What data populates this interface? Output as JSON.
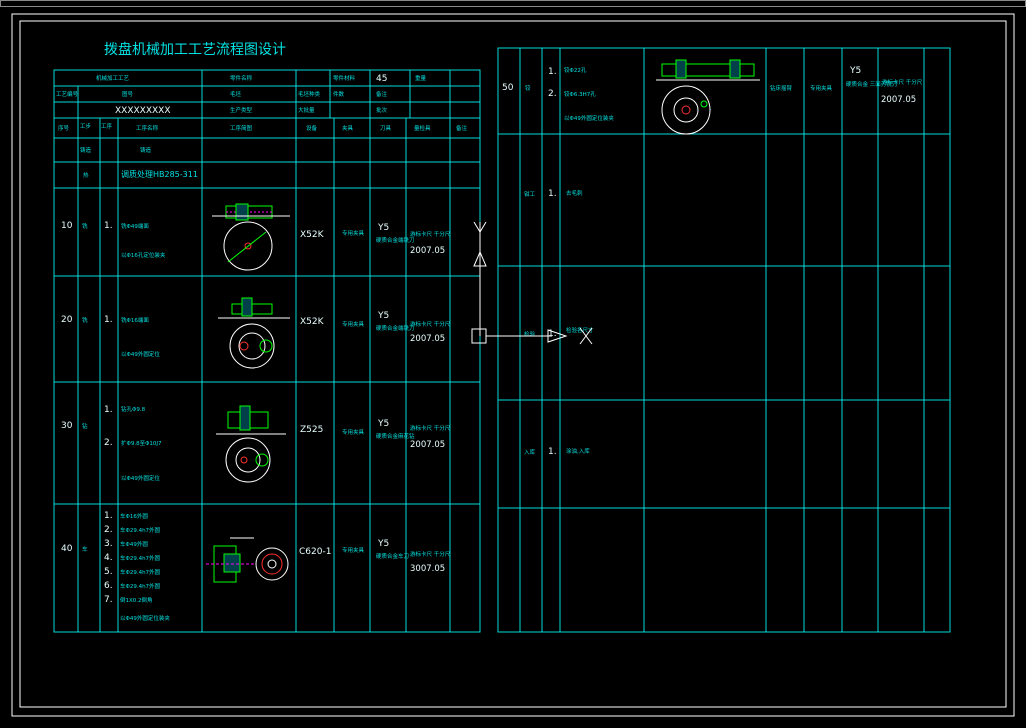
{
  "window": {
    "title": "拨盘机械加工工艺流程图设计"
  },
  "left_table": {
    "header": {
      "r1": [
        "机械加工工艺",
        "零件名称",
        "零件材料",
        "45",
        "重量"
      ],
      "r2": [
        "工艺编号",
        "图号",
        "毛坯",
        "毛坯种类",
        "件数",
        "备注"
      ],
      "r3": [
        "XXXXXXXXX",
        "生产类型",
        "大批量",
        "",
        "批次"
      ],
      "r4": [
        "序号",
        "工步",
        "工序",
        "工序名称",
        "工序简图",
        "设备",
        "夹具",
        "刀具",
        "量检具",
        "备注"
      ]
    },
    "rows": [
      {
        "no": "",
        "type": "铸造",
        "steps": [],
        "notes": [
          "铸造"
        ],
        "machine": "",
        "fixture": "",
        "tool": "",
        "tool_note": "",
        "inspect": "",
        "date": ""
      },
      {
        "no": "",
        "type": "热",
        "steps": [],
        "notes": [
          "调质处理HB285-311"
        ],
        "machine": "",
        "fixture": "",
        "tool": "",
        "tool_note": "",
        "inspect": "",
        "date": ""
      },
      {
        "no": "10",
        "type": "铣",
        "steps": [
          "1."
        ],
        "notes": [
          "铣Φ49端面",
          "以Φ16孔定位装夹"
        ],
        "machine": "X52K",
        "fixture": "专用夹具",
        "tool": "Y5",
        "tool_note": "硬质合金端铣刀",
        "inspect": "游标卡尺 千分尺",
        "date": "2007.05"
      },
      {
        "no": "20",
        "type": "铣",
        "steps": [
          "1."
        ],
        "notes": [
          "铣Φ16端面",
          "以Φ49外圆定位"
        ],
        "machine": "X52K",
        "fixture": "专用夹具",
        "tool": "Y5",
        "tool_note": "硬质合金端铣刀",
        "inspect": "游标卡尺 千分尺",
        "date": "2007.05"
      },
      {
        "no": "30",
        "type": "钻",
        "steps": [
          "1.",
          "2."
        ],
        "notes": [
          "钻孔Φ9.8",
          "扩Φ9.8至Φ10J7",
          "以Φ49外圆定位"
        ],
        "machine": "Z525",
        "fixture": "专用夹具",
        "tool": "Y5",
        "tool_note": "硬质合金麻花钻",
        "inspect": "游标卡尺 千分尺",
        "date": "2007.05"
      },
      {
        "no": "40",
        "type": "车",
        "steps": [
          "1.",
          "2.",
          "3.",
          "4.",
          "5.",
          "6.",
          "7."
        ],
        "notes": [
          "车Φ16外圆",
          "车Φ29.4h7外圆",
          "车Φ49外圆",
          "车Φ29.4h7外圆",
          "车Φ29.4h7外圆",
          "车Φ29.4h7外圆",
          "倒1X0.2倒角",
          "以Φ49外圆定位装夹"
        ],
        "machine": "C620-1",
        "fixture": "专用夹具",
        "tool": "Y5",
        "tool_note": "硬质合金车刀",
        "inspect": "游标卡尺 千分尺",
        "date": "3007.05"
      }
    ]
  },
  "right_table": {
    "rows": [
      {
        "no": "50",
        "type": "铰",
        "steps": [
          "1.",
          "2."
        ],
        "notes": [
          "铰Φ22孔",
          "铰Φ6.3H7孔",
          "以Φ49外圆定位装夹"
        ],
        "machine": "钻床摇臂",
        "fixture": "专用夹具",
        "tool": "Y5",
        "tool_note": "硬质合金 三面刃铣刀",
        "inspect": "游标卡尺 千分尺",
        "date": "2007.05"
      },
      {
        "no": "",
        "type": "钳工",
        "steps": [
          "1."
        ],
        "notes": [
          "去毛刺"
        ]
      },
      {
        "no": "",
        "type": "检验",
        "steps": [
          "1."
        ],
        "notes": [
          "检验各尺寸"
        ]
      },
      {
        "no": "",
        "type": "入库",
        "steps": [
          "1."
        ],
        "notes": [
          "涂油,入库"
        ]
      },
      {
        "no": "",
        "type": "",
        "steps": [],
        "notes": []
      }
    ]
  },
  "colors": {
    "background": "#000000",
    "line": "#00d8d8",
    "text": "#00e0e0",
    "bright": "#e8ffff",
    "white": "#ffffff",
    "green": "#00ff00",
    "magenta": "#ff00ff",
    "red": "#ff3030"
  }
}
